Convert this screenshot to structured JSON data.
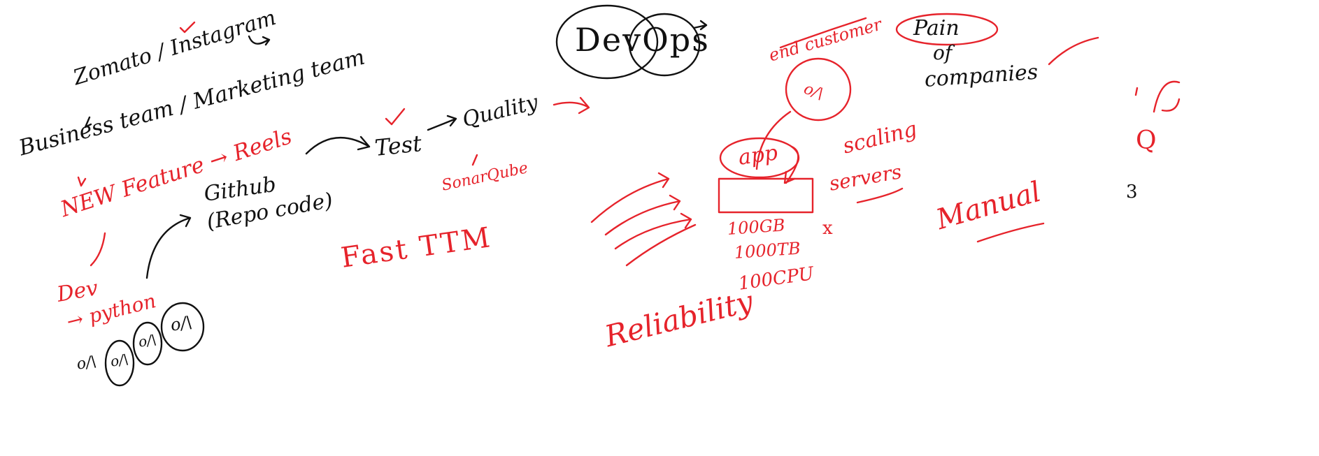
{
  "colors": {
    "black_ink": "#111111",
    "red_ink": "#e6232b",
    "background": "#ffffff"
  },
  "labels": {
    "zomato_instagram": "Zomato / Instagram",
    "business_team": "Business team / Marketing team",
    "new_feature": "NEW Feature → Reels",
    "github": "Github",
    "repo_code": "(Repo code)",
    "test": "Test",
    "quality": "Quality",
    "sonarqube": "SonarQube",
    "fast_ttm": "Fast TTM",
    "dev": "Dev",
    "python": "→ python",
    "devops": "DevOps",
    "end_customer": "end customer",
    "pain": "Pain",
    "of": "of",
    "companies": "companies",
    "app": "app",
    "scaling": "scaling",
    "servers": "servers",
    "ram": "100GB",
    "storage": "1000TB",
    "cpu": "100CPU",
    "x_mark": "x",
    "manual": "Manual",
    "reliability": "Reliability",
    "num_3": "3",
    "q_mark": "Q",
    "person_glyph": "o/\\"
  }
}
